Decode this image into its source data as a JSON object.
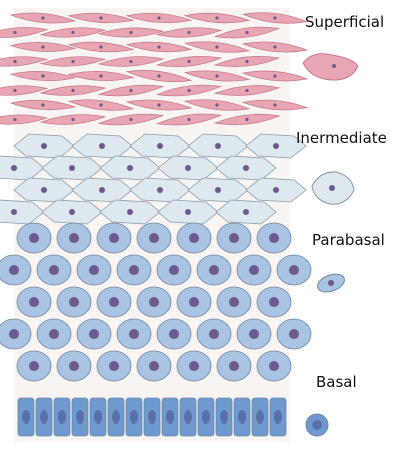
{
  "labels": {
    "superficial": "Superficial",
    "intermediate": "Inermediate",
    "parabasal": "Parabasal",
    "basal": "Basal"
  },
  "colors": {
    "background": "#ffffff",
    "panel_bg": "#f7f4f2",
    "superficial_fill": "#e8a6b4",
    "superficial_line": "#c87a8a",
    "intermediate_fill": "#dde8ef",
    "intermediate_line": "#8a9aa6",
    "parabasal_fill": "#a9c3e2",
    "parabasal_line": "#6f86a3",
    "basal_fill": "#6f9ad0",
    "nucleus": "#6d5a8c",
    "basal_nucleus": "#5b6fa8",
    "cell_border": "#444444"
  }
}
